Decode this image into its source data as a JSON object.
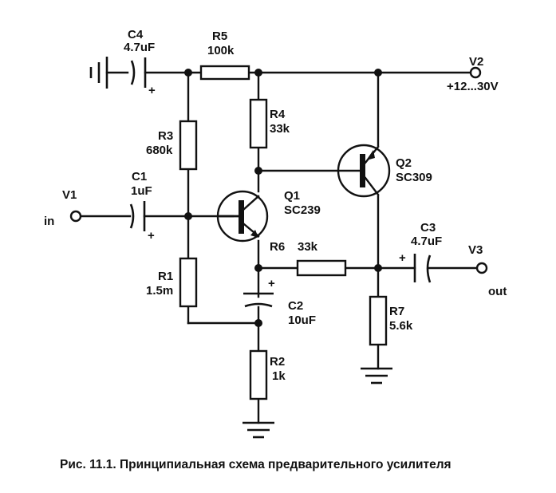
{
  "caption": "Рис. 11.1. Принципиальная схема предварительного усилителя",
  "components": {
    "C1": {
      "ref": "C1",
      "value": "1uF",
      "polarity": "+"
    },
    "C2": {
      "ref": "C2",
      "value": "10uF",
      "polarity": "+"
    },
    "C3": {
      "ref": "C3",
      "value": "4.7uF",
      "polarity": "+"
    },
    "C4": {
      "ref": "C4",
      "value": "4.7uF",
      "polarity": "+"
    },
    "R1": {
      "ref": "R1",
      "value": "1.5m"
    },
    "R2": {
      "ref": "R2",
      "value": "1k"
    },
    "R3": {
      "ref": "R3",
      "value": "680k"
    },
    "R4": {
      "ref": "R4",
      "value": "33k"
    },
    "R5": {
      "ref": "R5",
      "value": "100k"
    },
    "R6": {
      "ref": "R6",
      "value": "33k"
    },
    "R7": {
      "ref": "R7",
      "value": "5.6k"
    },
    "Q1": {
      "ref": "Q1",
      "value": "SC239"
    },
    "Q2": {
      "ref": "Q2",
      "value": "SC309"
    }
  },
  "terminals": {
    "V1": {
      "ref": "V1",
      "label": "in"
    },
    "V2": {
      "ref": "V2",
      "label": "+12...30V"
    },
    "V3": {
      "ref": "V3",
      "label": "out"
    }
  },
  "colors": {
    "ink": "#111111",
    "background": "#ffffff"
  }
}
